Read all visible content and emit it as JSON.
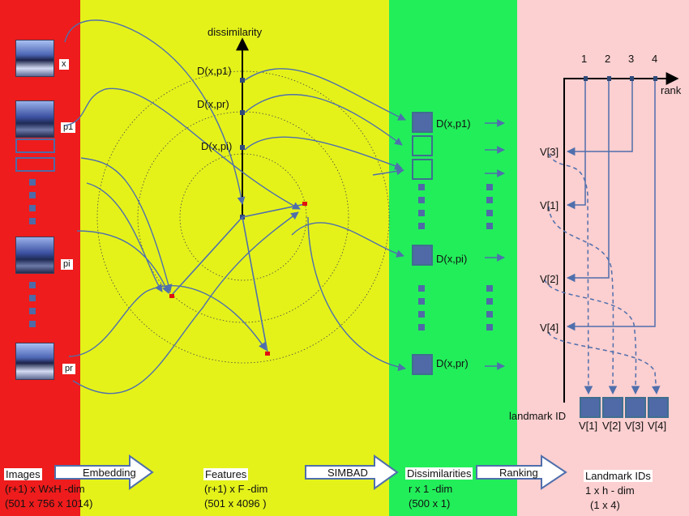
{
  "colors": {
    "images": "#ee1c1c",
    "features": "#e4f21a",
    "dissimilarities": "#22ee5a",
    "ranking": "#fccfd0",
    "accent": "#4f6fac"
  },
  "images": {
    "tag_x": "x",
    "tag_p1": "p1",
    "tag_pi": "pi",
    "tag_pr": "pr"
  },
  "features": {
    "axis_label": "dissimilarity",
    "tick_p1": "D(x,p1)",
    "tick_pr": "D(x,pr)",
    "tick_pi": "D(x,pi)"
  },
  "dissimilarities": {
    "label_p1": "D(x,p1)",
    "label_pi": "D(x,pi)",
    "label_pr": "D(x,pr)"
  },
  "ranking": {
    "ranks": [
      "1",
      "2",
      "3",
      "4"
    ],
    "rank_axis_label": "rank",
    "landmark_axis_label": "landmark ID",
    "v_left": [
      "V[3]",
      "V[1]",
      "V[2]",
      "V[4]"
    ],
    "v_bottom": [
      "V[1]",
      "V[2]",
      "V[3]",
      "V[4]"
    ]
  },
  "footer": {
    "images_title": "Images",
    "images_dim1": "(r+1) x WxH -dim",
    "images_dim2": "(501  x 756 x 1014)",
    "embedding": "Embedding",
    "features_title": "Features",
    "features_dim1": "(r+1) x F  -dim",
    "features_dim2": "(501  x 4096 )",
    "simbad": "SIMBAD",
    "diss_title": "Dissimilarities",
    "diss_dim1": "r x 1 -dim",
    "diss_dim2": "(500  x 1)",
    "ranking": "Ranking",
    "landmark_title": "Landmark IDs",
    "landmark_dim1": "1 x h - dim",
    "landmark_dim2": "(1 x 4)"
  }
}
